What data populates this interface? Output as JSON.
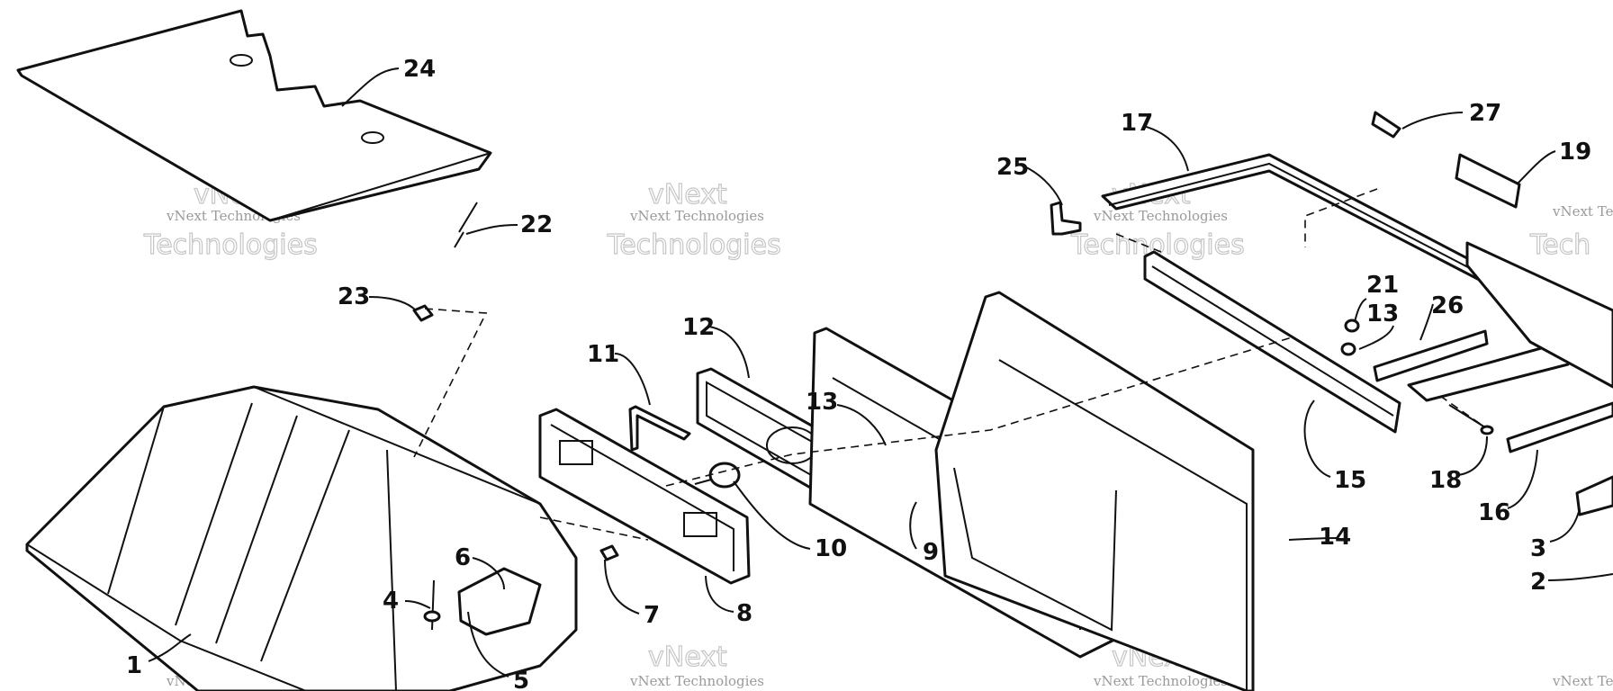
{
  "diagram": {
    "callouts": {
      "c1": "1",
      "c2": "2",
      "c3": "3",
      "c4": "4",
      "c5": "5",
      "c6": "6",
      "c7": "7",
      "c8": "8",
      "c9": "9",
      "c10": "10",
      "c11": "11",
      "c12": "12",
      "c13a": "13",
      "c13b": "13",
      "c14": "14",
      "c15": "15",
      "c16": "16",
      "c17": "17",
      "c18": "18",
      "c19": "19",
      "c21": "21",
      "c22": "22",
      "c23": "23",
      "c24": "24",
      "c25": "25",
      "c26": "26",
      "c27": "27"
    },
    "watermark": {
      "line1": "vNext Technologies",
      "line2": "vNext",
      "line3": "Technologies",
      "fragment": "vNext Te",
      "fragment2": "Tech"
    }
  }
}
